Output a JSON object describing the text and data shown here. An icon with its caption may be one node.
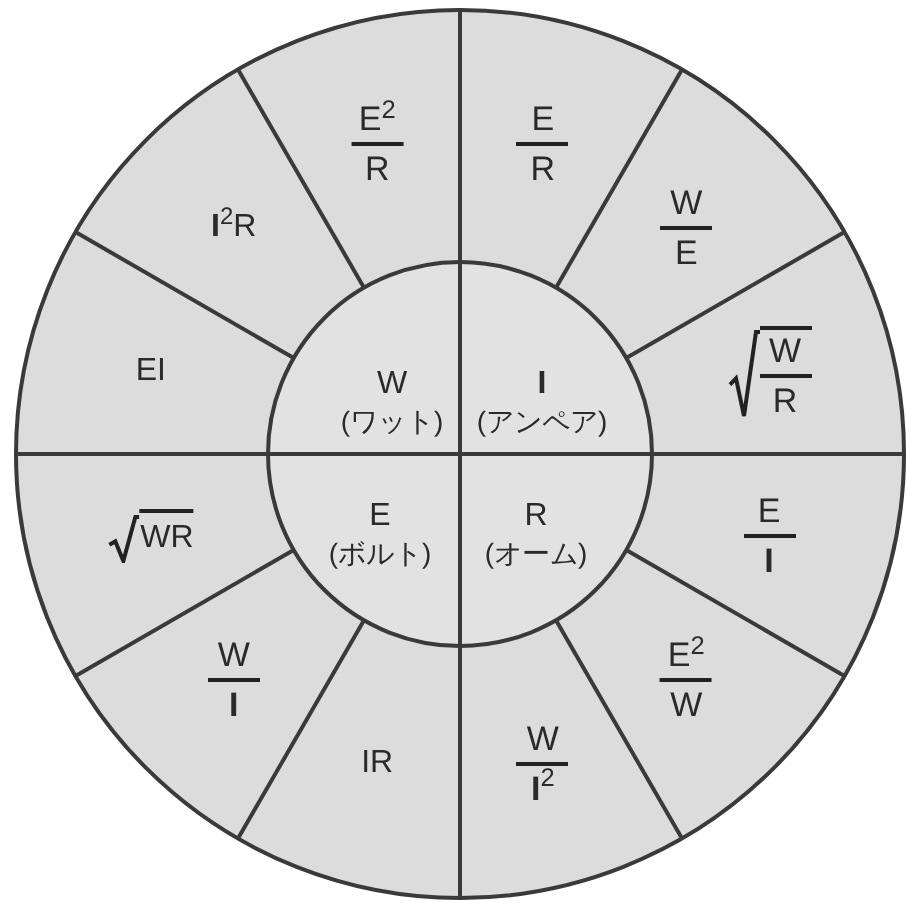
{
  "diagram": {
    "nodes": [
      {
        "text": [
          "W",
          "(ワット)"
        ]
      },
      {
        "text": [
          "I",
          "(アンペア)"
        ]
      },
      {
        "text": [
          "E",
          "(ボルト)"
        ]
      },
      {
        "text": [
          "R",
          "(オーム)"
        ]
      },
      {
        "text": [
          "E",
          "R"
        ]
      },
      {
        "text": [
          "W",
          "E"
        ]
      },
      {
        "text": [
          "W",
          "R"
        ]
      },
      {
        "text": [
          "E",
          "I"
        ]
      },
      {
        "text": [
          "E$^{2}$",
          "W"
        ]
      },
      {
        "text": [
          "W",
          "**I**$^{2}$"
        ]
      },
      {
        "text": [
          "IR"
        ]
      },
      {
        "text": [
          "W",
          "I"
        ]
      },
      {
        "text": [
          "WR"
        ]
      },
      {
        "text": [
          "EI"
        ]
      },
      {
        "text": [
          "**I**$^{2}$R"
        ]
      },
      {
        "text": [
          "E$^{2}$",
          "R"
        ]
      }
    ]
  }
}
